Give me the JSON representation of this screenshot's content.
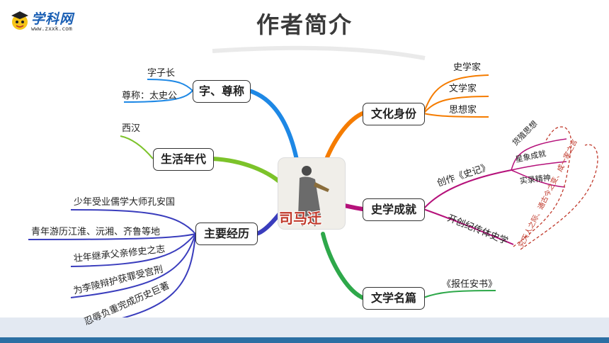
{
  "title": "作者简介",
  "logo": {
    "name": "学科网",
    "url": "www.zxxk.com"
  },
  "center": {
    "name": "司马迁"
  },
  "branches": {
    "zi": {
      "label": "字、尊称",
      "children": [
        "字子长",
        "尊称：太史公"
      ]
    },
    "era": {
      "label": "生活年代",
      "children": [
        "西汉"
      ]
    },
    "exp": {
      "label": "主要经历",
      "children": [
        "少年受业儒学大师孔安国",
        "青年游历江淮、沅湘、齐鲁等地",
        "壮年继承父亲修史之志",
        "为李陵辩护获罪受宫刑",
        "忍辱负重完成历史巨著"
      ]
    },
    "identity": {
      "label": "文化身份",
      "children": [
        "史学家",
        "文学家",
        "思想家"
      ]
    },
    "achieve": {
      "label": "史学成就",
      "create": "创作《史记》",
      "create_children": [
        "货殖思想",
        "星象成就",
        "实录精神"
      ],
      "invent": "开创纪传体史学",
      "quote": "究天人之际、通古今之变、成一家之言"
    },
    "works": {
      "label": "文学名篇",
      "children": [
        "《报任安书》"
      ]
    }
  },
  "colors": {
    "zi": "#1e88e5",
    "era": "#7cc32a",
    "exp": "#3a3dbd",
    "identity": "#f57c00",
    "achieve": "#b5117a",
    "works": "#2ea84a",
    "quote": "#c0392b"
  }
}
